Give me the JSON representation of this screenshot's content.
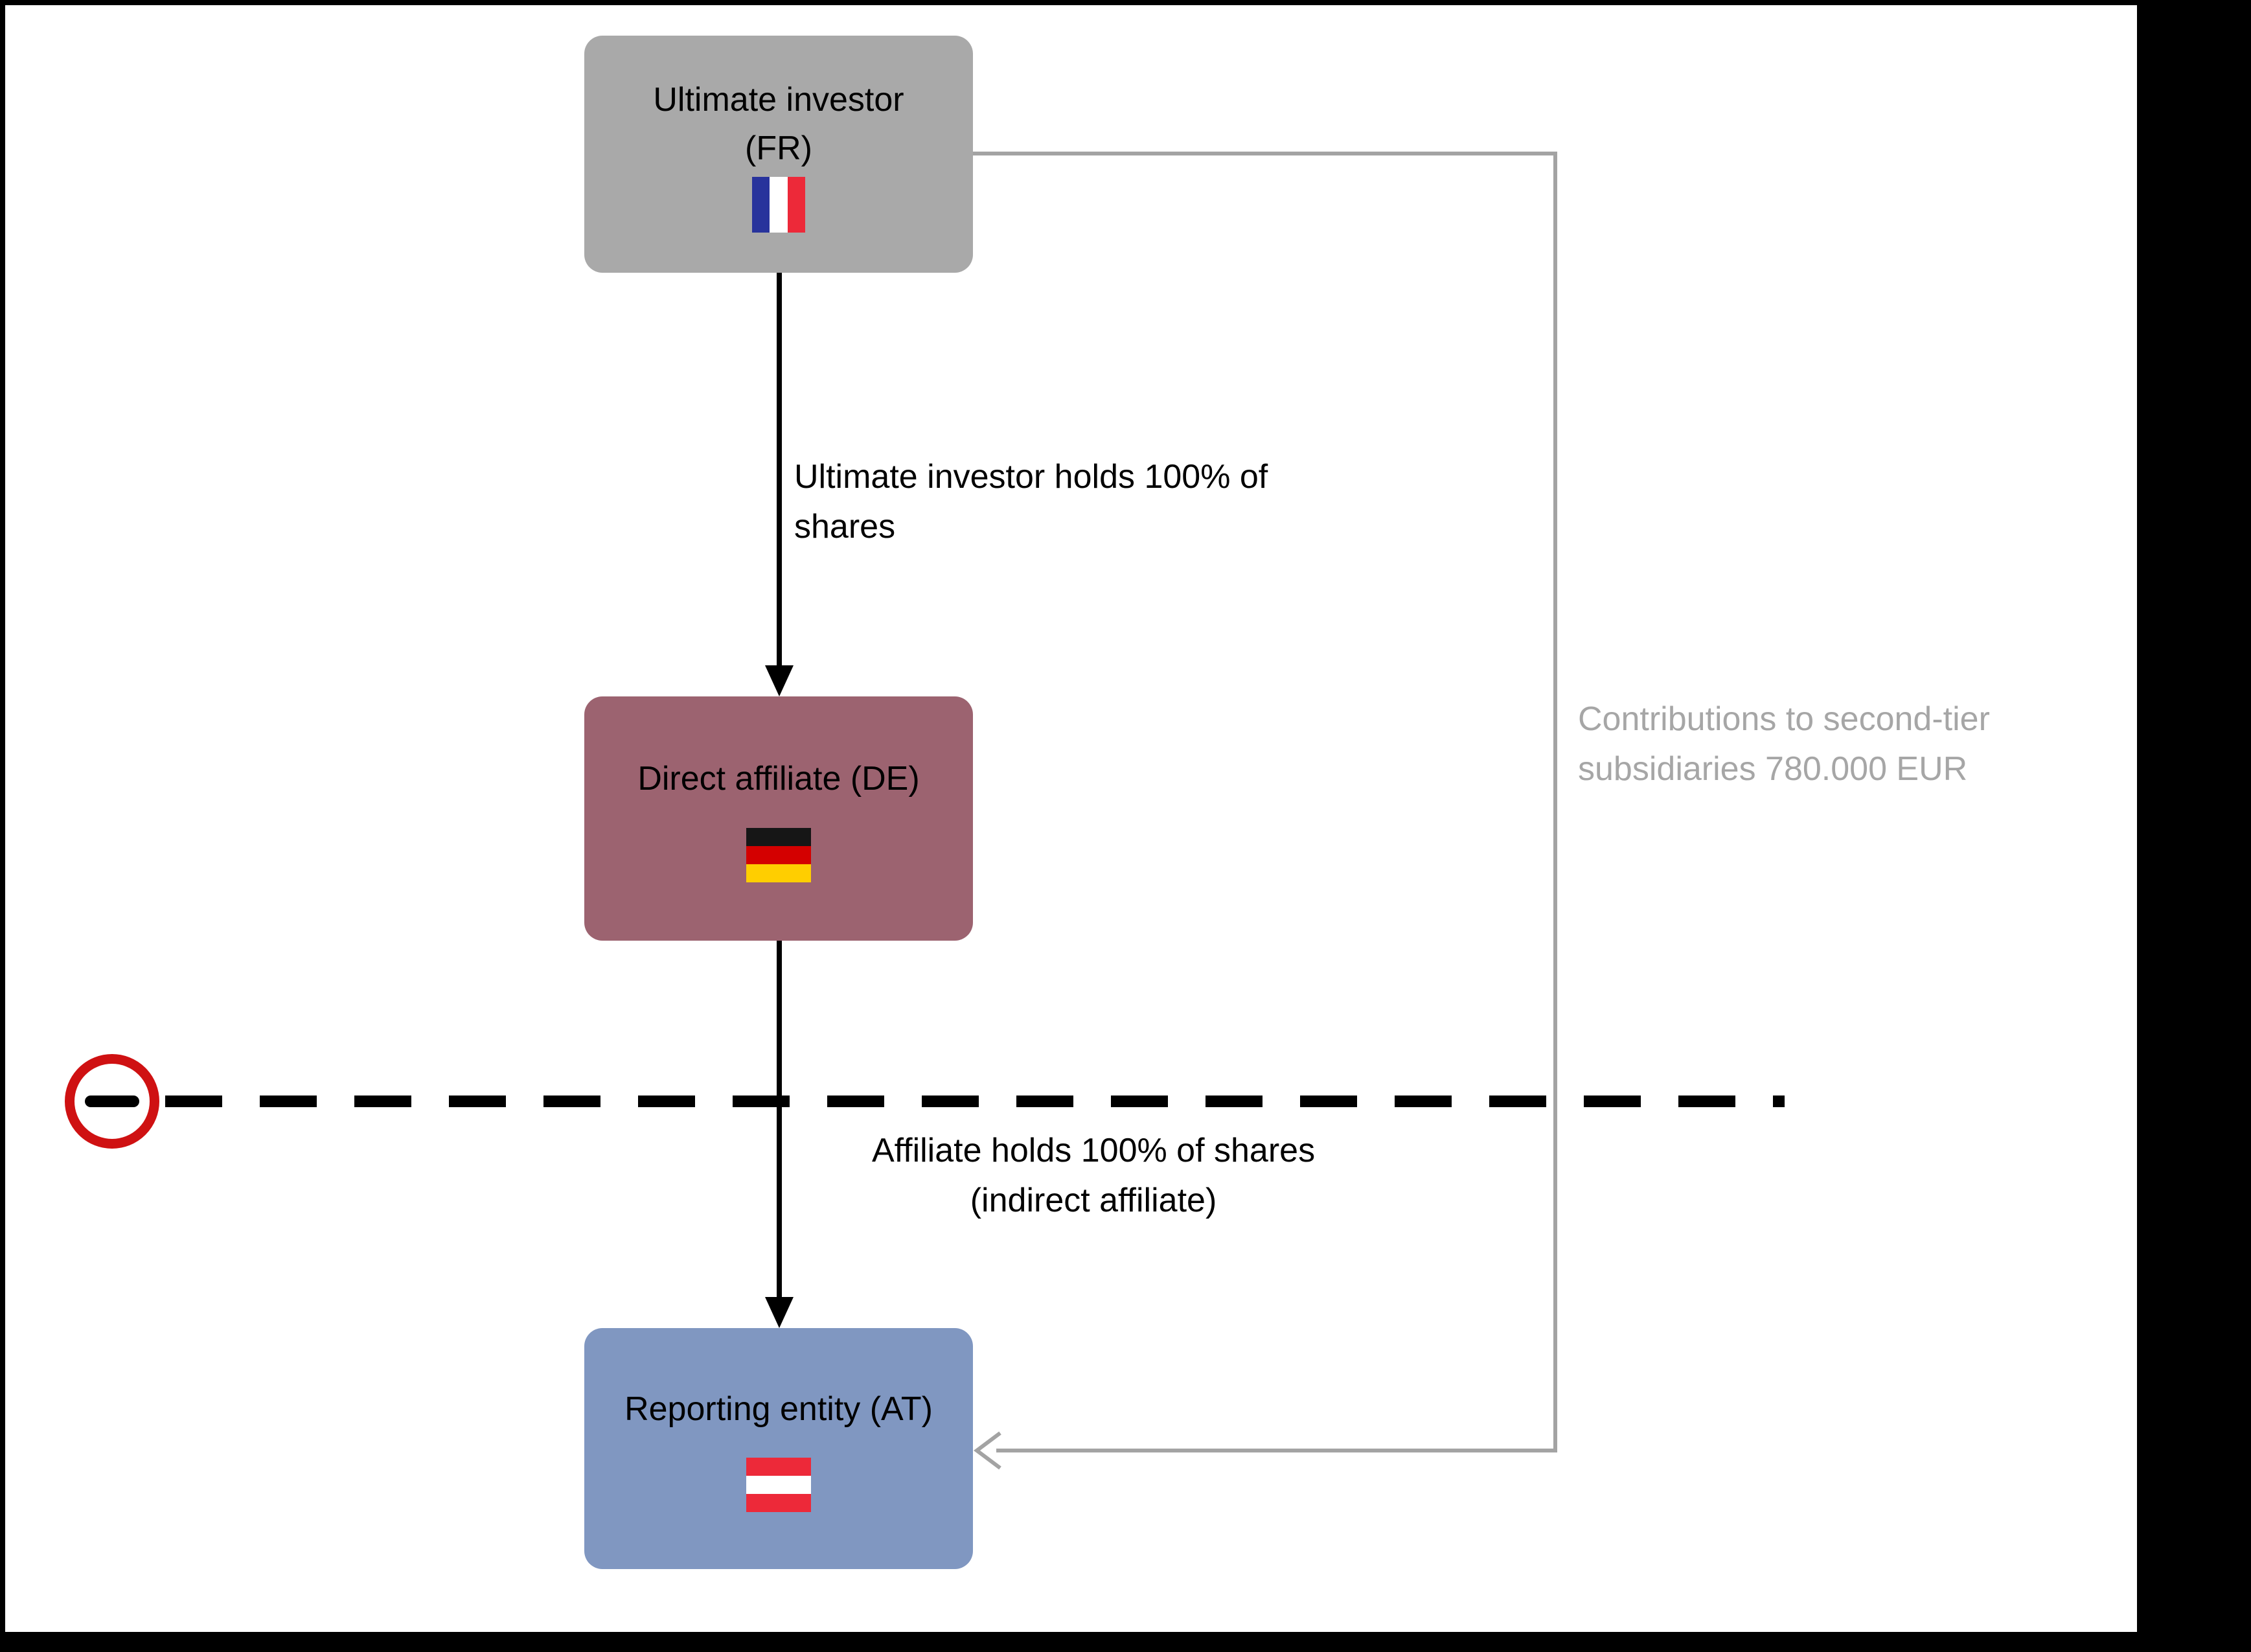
{
  "diagram": {
    "nodes": [
      {
        "id": "ultimate-investor",
        "label": "Ultimate investor",
        "sublabel": "(FR)",
        "country": "France",
        "flag": "france-flag-icon",
        "color": "#a9a9a9"
      },
      {
        "id": "direct-affiliate",
        "label": "Direct affiliate (DE)",
        "country": "Germany",
        "flag": "germany-flag-icon",
        "color": "#9c6370"
      },
      {
        "id": "reporting-entity",
        "label": "Reporting entity (AT)",
        "country": "Austria",
        "flag": "austria-flag-icon",
        "color": "#8097c1"
      }
    ],
    "edges": [
      {
        "id": "investor-to-affiliate",
        "label_line1": "Ultimate investor holds 100% of",
        "label_line2": "shares",
        "color": "#000000"
      },
      {
        "id": "affiliate-to-entity",
        "label_line1": "Affiliate holds 100% of shares",
        "label_line2": "(indirect affiliate)",
        "color": "#000000"
      },
      {
        "id": "contributions",
        "label_line1": "Contributions to second-tier",
        "label_line2": "subsidiaries 780.000 EUR",
        "color": "#a6a6a6"
      }
    ],
    "border_line": {
      "icon": "no-entry-icon",
      "line_style": "dashed",
      "line_color": "#000000",
      "icon_color": "#cf1112"
    }
  }
}
